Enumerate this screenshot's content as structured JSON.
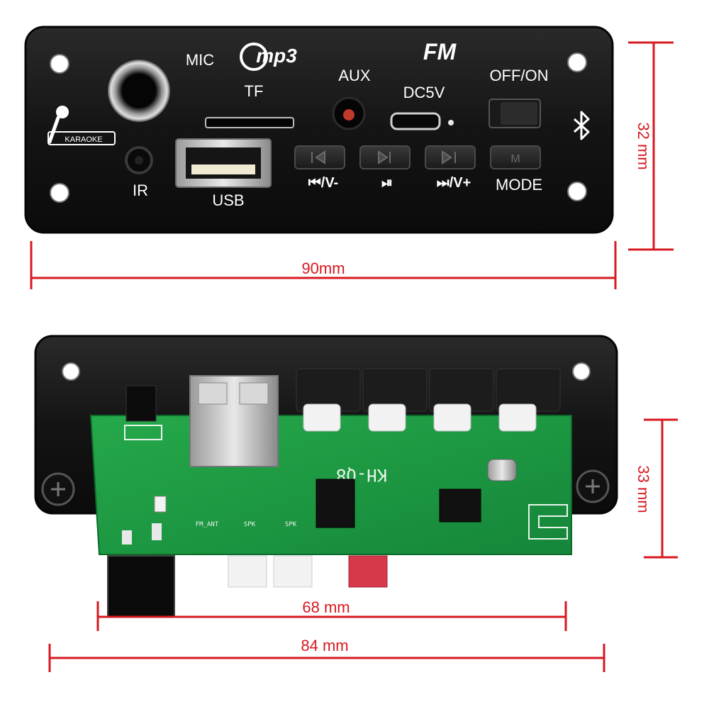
{
  "front_panel": {
    "labels": {
      "mic": "MIC",
      "mp3_logo": "mp3",
      "tf": "TF",
      "fm_logo": "FM",
      "aux": "AUX",
      "dc5v": "DC5V",
      "off_on": "OFF/ON",
      "karaoke": "KARAOKE",
      "ir": "IR",
      "usb": "USB",
      "prev_vol_down": "⏮/V-",
      "play_pause": "⏯",
      "next_vol_up": "⏭/V+",
      "mode": "MODE",
      "mode_button_glyph": "M",
      "bluetooth": "bluetooth-icon"
    },
    "dimensions": {
      "width": "90mm",
      "height": "32 mm"
    }
  },
  "back_board": {
    "board_label": "KH-Q8",
    "silkscreen": {
      "fm_ant": "FM_ANT",
      "spk_l": "SPK",
      "spk_r": "SPK"
    },
    "dimensions": {
      "height": "33 mm",
      "board_width": "68 mm",
      "panel_width": "84 mm"
    }
  },
  "colors": {
    "panel": "#151515",
    "pcb": "#1e9a3f",
    "dimension_line": "#d71920",
    "front_text": "#1a1a1a"
  }
}
